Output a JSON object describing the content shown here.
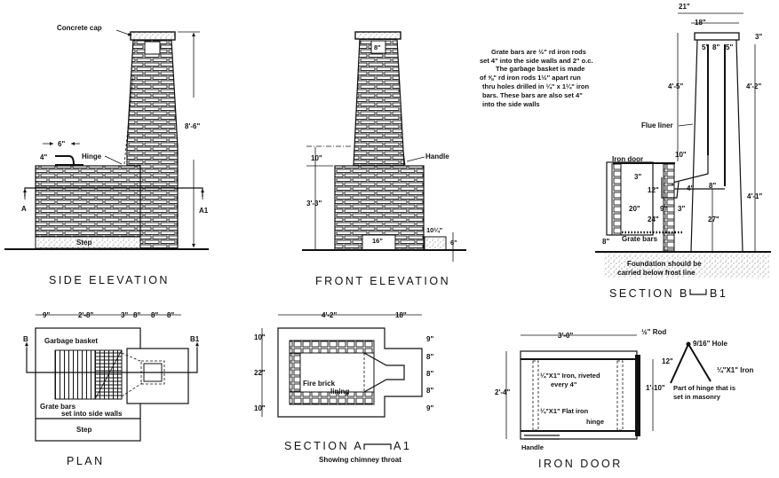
{
  "colors": {
    "ink": "#111111",
    "paper": "#ffffff"
  },
  "side_elevation": {
    "title": "SIDE ELEVATION",
    "concrete_cap": "Concrete cap",
    "hinge": "Hinge",
    "dim_6in": "6\"",
    "dim_4in": "4\"",
    "dim_height": "8'-6\"",
    "step": "Step",
    "section_a": "A",
    "section_a1": "A1"
  },
  "front_elevation": {
    "title": "FRONT ELEVATION",
    "dim_8in": "8\"",
    "handle": "Handle",
    "dim_10in": "10\"",
    "dim_3_3": "3'-3\"",
    "dim_16in": "16\"",
    "dim_10_25": "10¼\"",
    "dim_6in": "6\""
  },
  "notes": {
    "lines": [
      "Grate bars are ½\" rd iron rods",
      "set 4\" into the side walls and 2\" o.c.",
      "The garbage basket is made",
      "of ⅝\" rd iron rods 1½\" apart run",
      "thru holes drilled in ¼\" x 1¼\" iron",
      "bars. These bars are also set 4\"",
      "into the side walls"
    ]
  },
  "section_b": {
    "title": "SECTION B",
    "title_suffix": "B1",
    "dim_21in": "21\"",
    "dim_18in": "18\"",
    "dim_3in_top": "3\"",
    "dim_5in_a": "5\"",
    "dim_8in": "8\"",
    "dim_5in_b": "5\"",
    "dim_4_5": "4'-5\"",
    "dim_4_2": "4'-2\"",
    "flue_liner": "Flue liner",
    "dim_10in": "10\"",
    "iron_door": "Iron door",
    "dim_3in": "3\"",
    "dim_12in": "12\"",
    "dim_4in": "4\"",
    "dim_8in_b": "8\"",
    "dim_4_1": "4'-1\"",
    "dim_20in": "20\"",
    "dim_9in": "9\"",
    "dim_3in_b": "3\"",
    "dim_24in": "24\"",
    "dim_27in": "27\"",
    "dim_8in_c": "8\"",
    "grate_bars": "Grate bars",
    "foundation_1": "Foundation should be",
    "foundation_2": "carried below frost line"
  },
  "plan": {
    "title": "PLAN",
    "dims": [
      "9\"",
      "2'-8\"",
      "3\"",
      "8\"",
      "8\"",
      "8\""
    ],
    "section_b": "B",
    "section_b1": "B1",
    "garbage_basket": "Garbage basket",
    "grate_bars": "Grate bars",
    "set_into": "set into side walls",
    "step": "Step"
  },
  "section_a": {
    "title": "SECTION A",
    "title_suffix": "A1",
    "subtitle": "Showing chimney throat",
    "dim_4_2": "4'-2\"",
    "dim_18in": "18\"",
    "left_dims": [
      "10\"",
      "22\"",
      "10\""
    ],
    "right_dims": [
      "9\"",
      "8\"",
      "8\"",
      "8\"",
      "9\""
    ],
    "fire_brick_1": "Fire brick",
    "fire_brick_2": "lining"
  },
  "iron_door": {
    "title": "IRON DOOR",
    "dim_3_0": "3'-0\"",
    "rod": "½\" Rod",
    "hole": "9/16\" Hole",
    "dim_12in": "12\"",
    "iron": "¼\"X1\" Iron",
    "dim_2_4": "2'-4\"",
    "dim_1_10": "1'-10\"",
    "riveted_1": "¼\"X1\" Iron, riveted",
    "riveted_2": "every 4\"",
    "hinge_part_1": "Part of hinge that is",
    "hinge_part_2": "set in masonry",
    "flat_iron_1": "¼\"X1\" Flat iron",
    "flat_iron_2": "hinge",
    "handle": "Handle"
  }
}
